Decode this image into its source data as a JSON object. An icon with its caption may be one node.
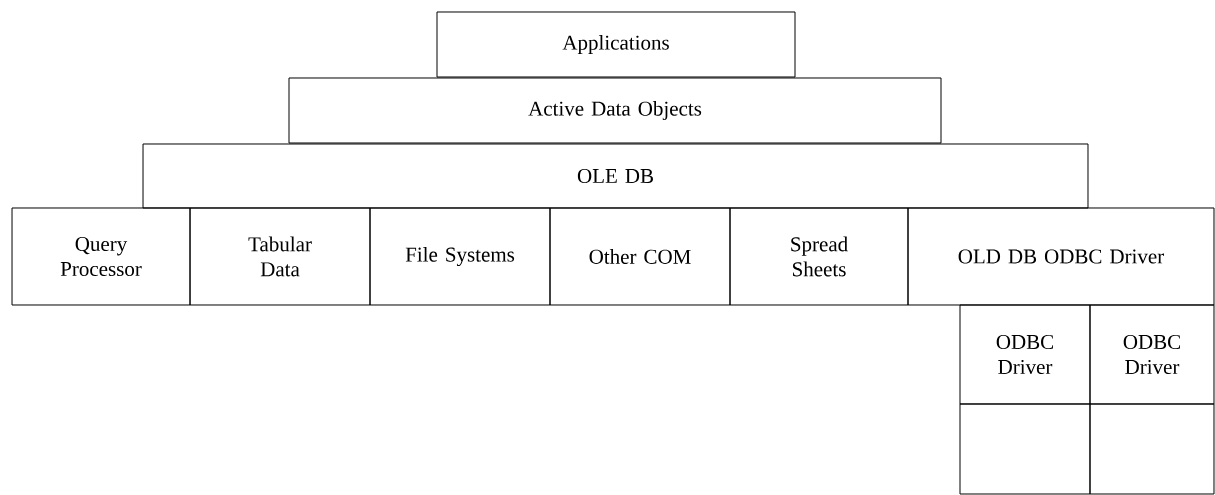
{
  "diagram": {
    "nodes": [
      {
        "text": [
          "Applications"
        ]
      },
      {
        "text": [
          "Active Data Objects"
        ]
      },
      {
        "text": [
          "OLE DB"
        ]
      },
      {
        "text": [
          "Query Processor"
        ]
      },
      {
        "text": [
          "Tabular Data"
        ]
      },
      {
        "text": [
          "File Systems"
        ]
      },
      {
        "text": [
          "Other COM"
        ]
      },
      {
        "text": [
          "Spread Sheets"
        ]
      },
      {
        "text": [
          "OLD DB ODBC Driver"
        ]
      },
      {
        "text": [
          "ODBC Driver"
        ]
      },
      {
        "text": [
          "ODBC Driver"
        ]
      },
      {
        "text": [],
        "shape": "box"
      },
      {
        "text": [],
        "shape": "box"
      }
    ]
  }
}
